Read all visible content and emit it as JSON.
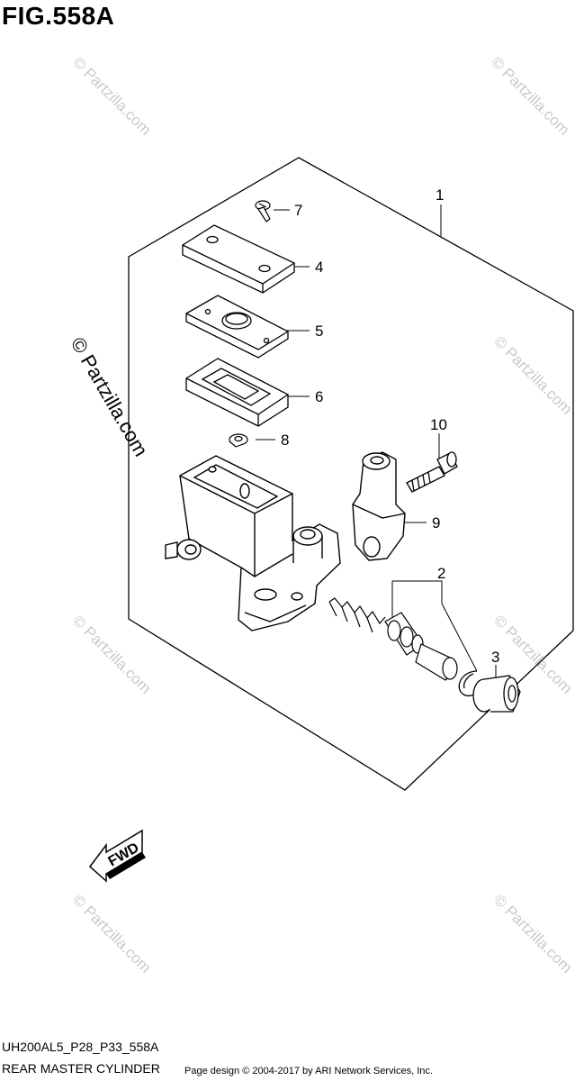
{
  "figure": {
    "title": "FIG.558A",
    "code": "UH200AL5_P28_P33_558A",
    "caption": "REAR MASTER CYLINDER"
  },
  "callouts": [
    {
      "number": "1"
    },
    {
      "number": "2"
    },
    {
      "number": "3"
    },
    {
      "number": "4"
    },
    {
      "number": "5"
    },
    {
      "number": "6"
    },
    {
      "number": "7"
    },
    {
      "number": "8"
    },
    {
      "number": "9"
    },
    {
      "number": "10"
    }
  ],
  "direction_arrow": {
    "label": "FWD"
  },
  "watermark": {
    "text": "© Partzilla.com"
  },
  "footer": {
    "text": "Page design © 2004-2017 by ARI Network Services, Inc."
  }
}
